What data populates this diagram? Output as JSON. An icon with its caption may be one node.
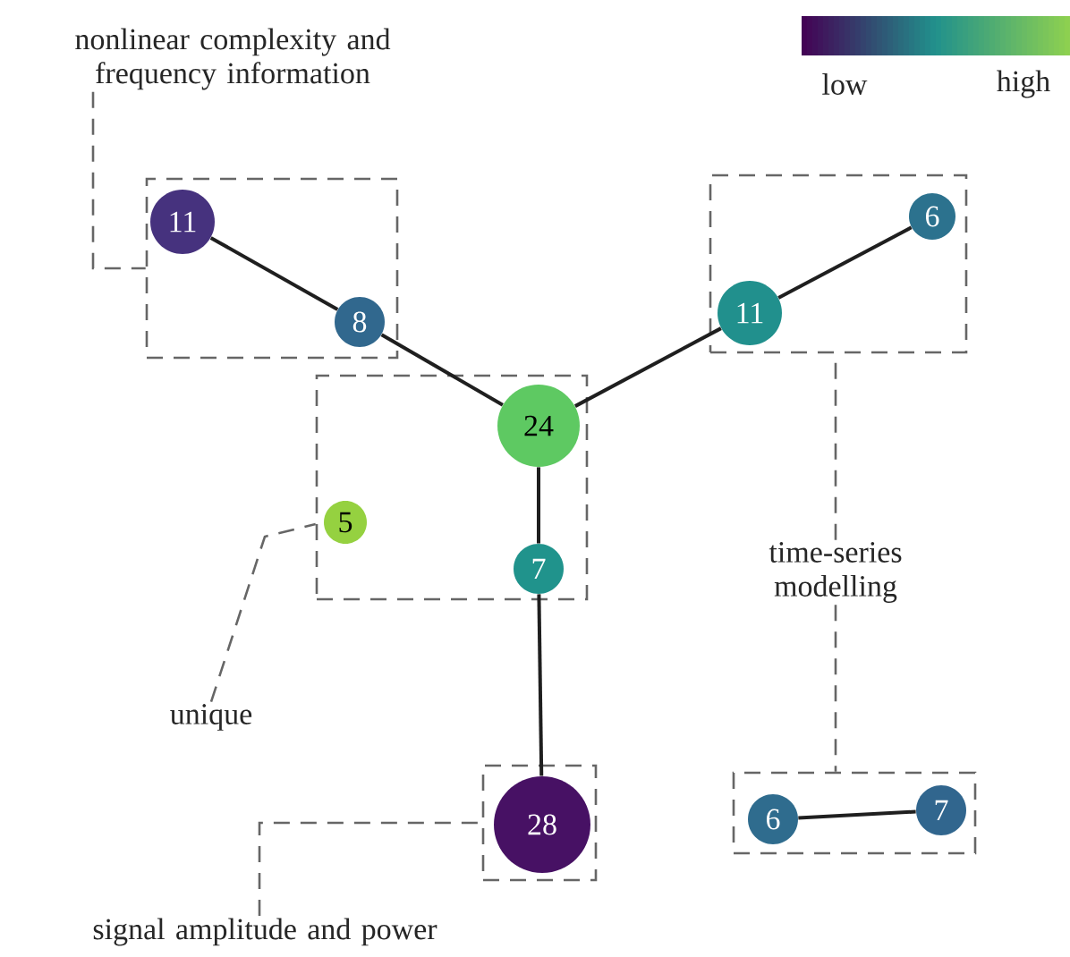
{
  "diagram": {
    "nodes": [
      {
        "text": [
          "nonlinear complexity and frequency information"
        ]
      },
      {
        "text": [],
        "shape": "box"
      },
      {
        "text": [
          "11"
        ],
        "in": 1
      },
      {
        "text": [
          "8"
        ],
        "in": 1
      },
      {
        "text": [],
        "shape": "box"
      },
      {
        "text": [
          "6"
        ],
        "in": 4
      },
      {
        "text": [
          "11"
        ],
        "in": 4
      },
      {
        "text": [],
        "shape": "box"
      },
      {
        "text": [
          "24"
        ],
        "in": 7
      },
      {
        "text": [
          "5"
        ],
        "in": 7
      },
      {
        "text": [
          "7"
        ],
        "in": 7
      },
      {
        "text": [
          "time-series modelling"
        ]
      },
      {
        "text": [
          "unique"
        ]
      },
      {
        "text": [],
        "shape": "box"
      },
      {
        "text": [
          "28"
        ],
        "in": 13
      },
      {
        "text": [],
        "shape": "box"
      },
      {
        "text": [
          "6"
        ],
        "in": 15
      },
      {
        "text": [
          "7"
        ],
        "in": 15
      },
      {
        "text": [
          "signal amplitude and power"
        ]
      }
    ],
    "edges": [
      {
        "from": 2,
        "to": 3,
        "arrow": "none"
      },
      {
        "from": 3,
        "to": 8,
        "arrow": "none"
      },
      {
        "from": 8,
        "to": 6,
        "arrow": "none"
      },
      {
        "from": 6,
        "to": 5,
        "arrow": "none"
      },
      {
        "from": 8,
        "to": 10,
        "arrow": "none"
      },
      {
        "from": 10,
        "to": 14,
        "arrow": "none"
      },
      {
        "from": 16,
        "to": 17,
        "arrow": "none"
      },
      {
        "from": 0,
        "to": 1,
        "arrow": "none",
        "style": "dashed",
        "color": "#666666"
      },
      {
        "from": 12,
        "to": 7,
        "arrow": "none",
        "style": "dashed",
        "color": "#666666"
      },
      {
        "from": 11,
        "to": 4,
        "arrow": "none",
        "style": "dashed",
        "color": "#666666"
      },
      {
        "from": 11,
        "to": 15,
        "arrow": "none",
        "style": "dashed",
        "color": "#666666"
      },
      {
        "from": 18,
        "to": 13,
        "arrow": "none",
        "style": "dashed",
        "color": "#666666"
      }
    ],
    "legend": [
      {
        "text": "low",
        "color": "#440154"
      },
      {
        "text": "high",
        "color": "#8fd14f"
      }
    ]
  }
}
